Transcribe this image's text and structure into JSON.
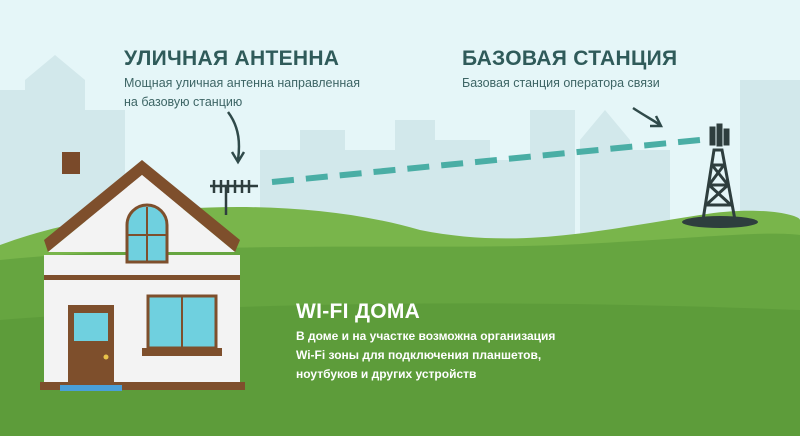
{
  "antenna": {
    "title": "УЛИЧНАЯ АНТЕННА",
    "desc_lines": [
      "Мощная уличная антенна направленная",
      "на базовую станцию"
    ]
  },
  "station": {
    "title": "БАЗОВАЯ СТАНЦИЯ",
    "desc_lines": [
      "Базовая станция оператора связи"
    ]
  },
  "wifi": {
    "title": "WI-FI ДОМА",
    "desc_lines": [
      "В доме и на участке возможна организация",
      "Wi-Fi зоны для подключения планшетов,",
      "ноутбуков и других устройств"
    ]
  },
  "colors": {
    "sky": "#e5f6f8",
    "city": "#cfe7ea",
    "grass": "#6aa843",
    "grass_dark": "#559435",
    "roof": "#8a5a34",
    "text": "#2f5b5a",
    "signal": "#4aaea5"
  }
}
